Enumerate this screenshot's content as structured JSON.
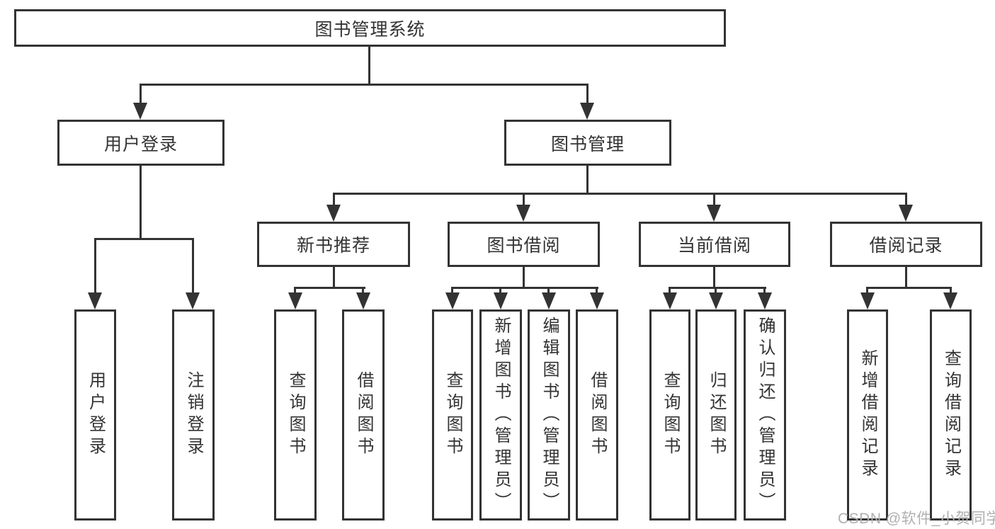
{
  "diagram": {
    "root_label": "图书管理系统",
    "level2": {
      "user": "用户登录",
      "books": "图书管理"
    },
    "level3": {
      "new_books": "新书推荐",
      "borrow": "图书借阅",
      "current": "当前借阅",
      "records": "借阅记录"
    },
    "leaves": {
      "user": [
        "用户登录",
        "注销登录"
      ],
      "new_books": [
        "查询图书",
        "借阅图书"
      ],
      "borrow": [
        "查询图书",
        "新增图书（管理员）",
        "编辑图书（管理员）",
        "借阅图书"
      ],
      "current": [
        "查询图书",
        "归还图书",
        "确认归还（管理员）"
      ],
      "records": [
        "新增借阅记录",
        "查询借阅记录"
      ]
    },
    "watermark": "CSDN @软件_小贺同学",
    "colors": {
      "line": "#333333",
      "text": "#333333",
      "background": "#ffffff",
      "watermark": "#b0b0b0"
    }
  }
}
